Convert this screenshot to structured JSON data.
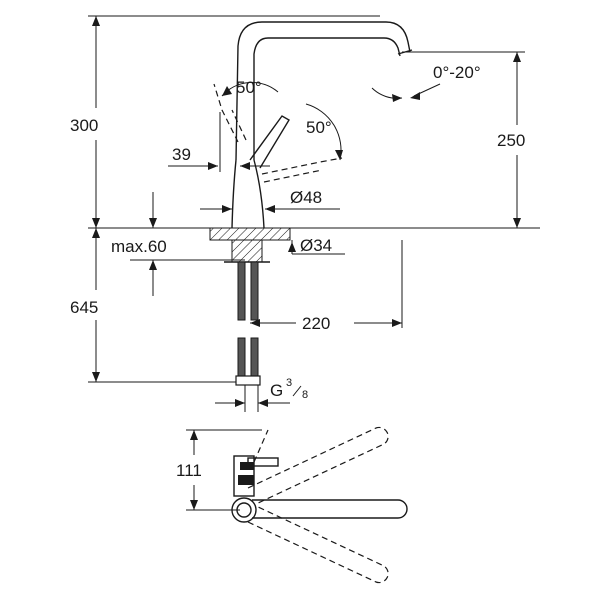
{
  "dimensions": {
    "height_total": "300",
    "spout_angle": "50°",
    "lever_angle": "50°",
    "tilt_angle": "0°-20°",
    "height_spout": "250",
    "lever_offset": "39",
    "body_diameter": "Ø48",
    "max_deck": "max.60",
    "hole_diameter": "Ø34",
    "hose_length": "645",
    "reach": "220",
    "thread": "G",
    "thread_num": "3",
    "thread_den": "8",
    "plan_depth": "111"
  }
}
